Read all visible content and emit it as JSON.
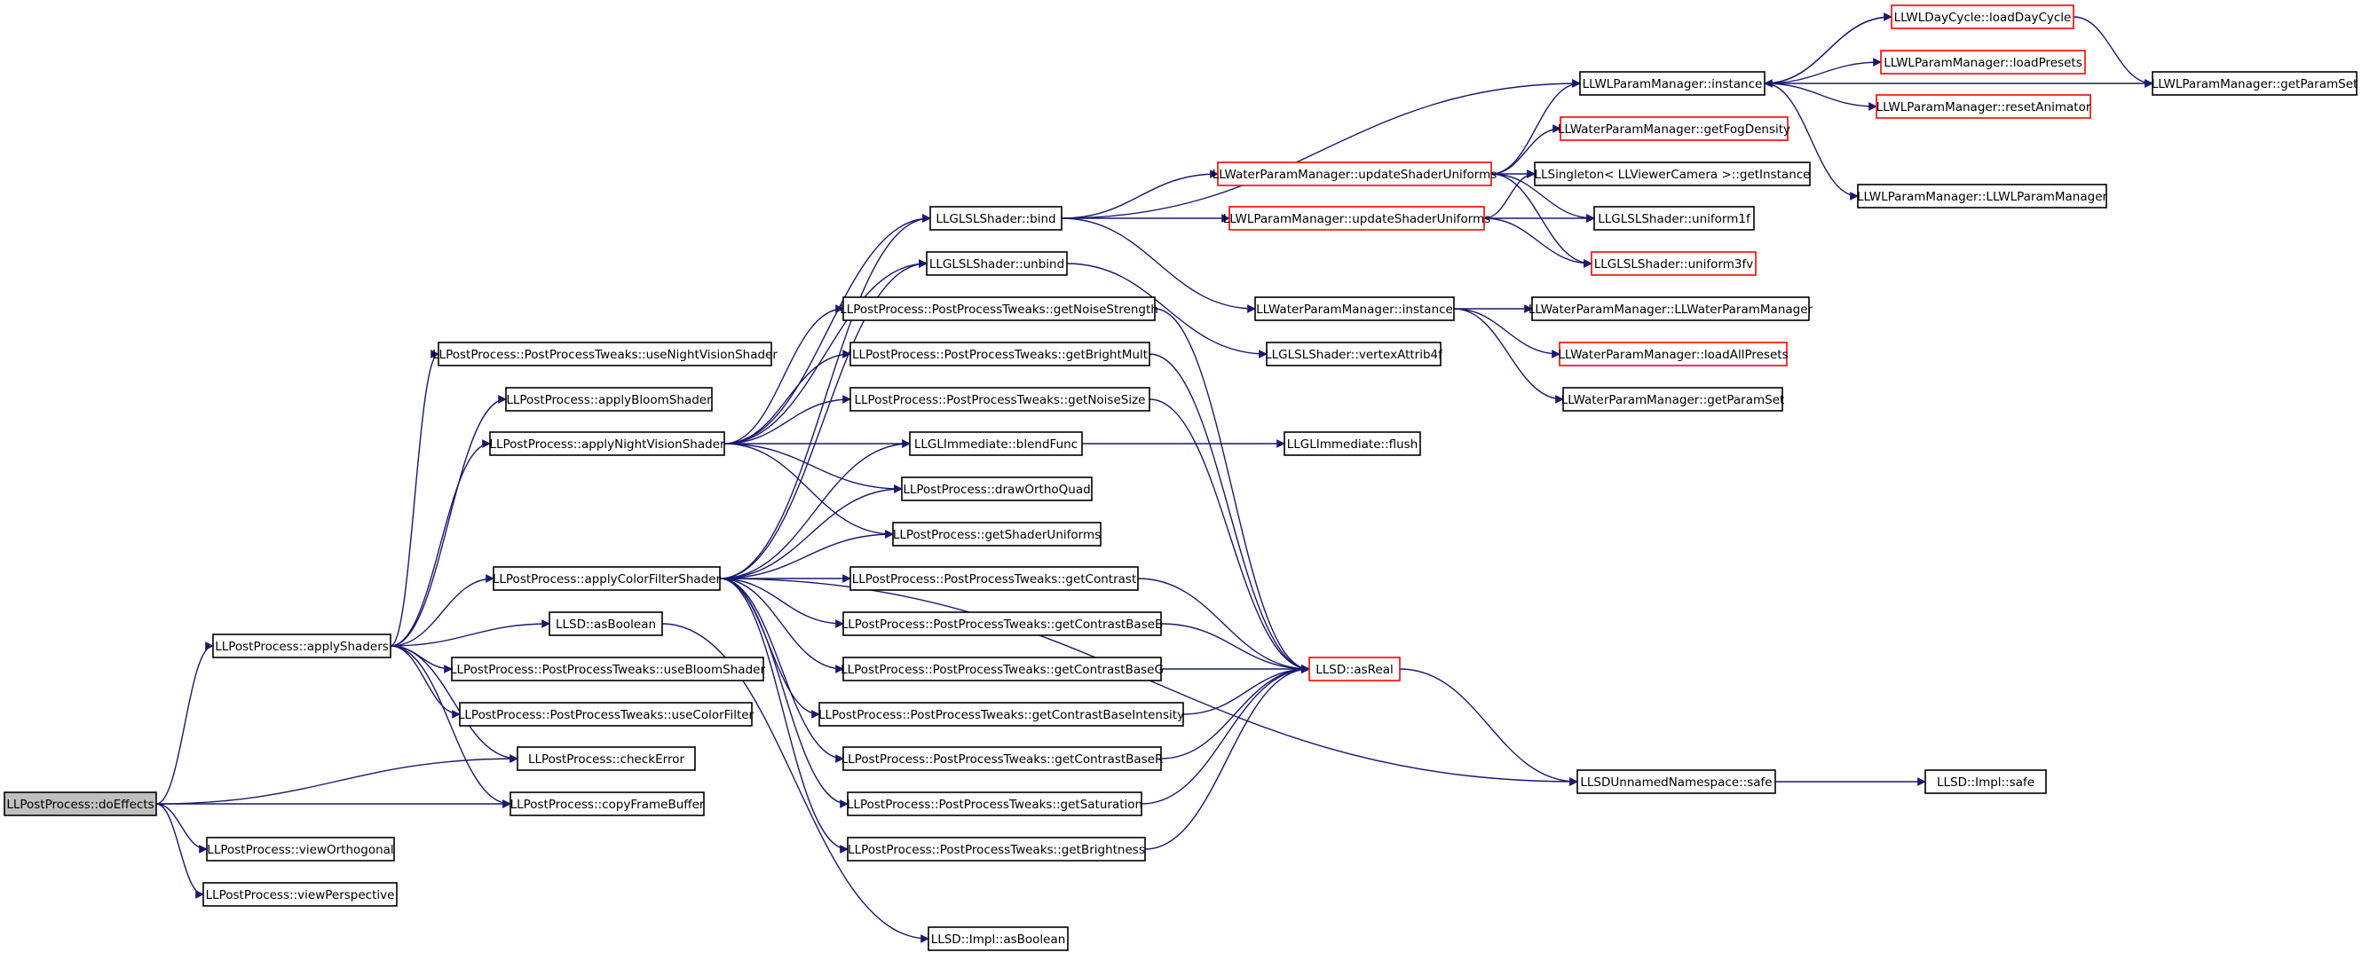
{
  "graph": {
    "root": "LLPostProcess::doEffects",
    "colors": {
      "edge": "#191970",
      "external_border": "#ff0000",
      "root_fill": "#bfbfbf",
      "node_border": "#000000"
    },
    "nodes": [
      {
        "id": "doEffects",
        "label": "LLPostProcess::doEffects",
        "kind": "root"
      },
      {
        "id": "applyShaders",
        "label": "LLPostProcess::applyShaders"
      },
      {
        "id": "viewOrthogonal",
        "label": "LLPostProcess::viewOrthogonal"
      },
      {
        "id": "viewPerspective",
        "label": "LLPostProcess::viewPerspective"
      },
      {
        "id": "useNightVisionShader",
        "label": "LLPostProcess::PostProcessTweaks::useNightVisionShader"
      },
      {
        "id": "applyBloomShader",
        "label": "LLPostProcess::applyBloomShader"
      },
      {
        "id": "applyNightVisionShader",
        "label": "LLPostProcess::applyNightVisionShader"
      },
      {
        "id": "applyColorFilterShader",
        "label": "LLPostProcess::applyColorFilterShader"
      },
      {
        "id": "llsdAsBoolean",
        "label": "LLSD::asBoolean"
      },
      {
        "id": "useBloomShader",
        "label": "LLPostProcess::PostProcessTweaks::useBloomShader"
      },
      {
        "id": "useColorFilter",
        "label": "LLPostProcess::PostProcessTweaks::useColorFilter"
      },
      {
        "id": "checkError",
        "label": "LLPostProcess::checkError"
      },
      {
        "id": "copyFrameBuffer",
        "label": "LLPostProcess::copyFrameBuffer"
      },
      {
        "id": "shaderBind",
        "label": "LLGLSLShader::bind"
      },
      {
        "id": "shaderUnbind",
        "label": "LLGLSLShader::unbind"
      },
      {
        "id": "getNoiseStrength",
        "label": "LLPostProcess::PostProcessTweaks::getNoiseStrength"
      },
      {
        "id": "getBrightMult",
        "label": "LLPostProcess::PostProcessTweaks::getBrightMult"
      },
      {
        "id": "getNoiseSize",
        "label": "LLPostProcess::PostProcessTweaks::getNoiseSize"
      },
      {
        "id": "blendFunc",
        "label": "LLGLImmediate::blendFunc"
      },
      {
        "id": "drawOrthoQuad",
        "label": "LLPostProcess::drawOrthoQuad"
      },
      {
        "id": "getShaderUniforms",
        "label": "LLPostProcess::getShaderUniforms"
      },
      {
        "id": "getContrast",
        "label": "LLPostProcess::PostProcessTweaks::getContrast"
      },
      {
        "id": "getContrastBaseB",
        "label": "LLPostProcess::PostProcessTweaks::getContrastBaseB"
      },
      {
        "id": "getContrastBaseG",
        "label": "LLPostProcess::PostProcessTweaks::getContrastBaseG"
      },
      {
        "id": "getContrastBaseIntensity",
        "label": "LLPostProcess::PostProcessTweaks::getContrastBaseIntensity"
      },
      {
        "id": "getContrastBaseR",
        "label": "LLPostProcess::PostProcessTweaks::getContrastBaseR"
      },
      {
        "id": "getSaturation",
        "label": "LLPostProcess::PostProcessTweaks::getSaturation"
      },
      {
        "id": "getBrightness",
        "label": "LLPostProcess::PostProcessTweaks::getBrightness"
      },
      {
        "id": "implAsBoolean",
        "label": "LLSD::Impl::asBoolean"
      },
      {
        "id": "wpmUpdateShaderUniforms",
        "label": "LLWaterParamManager::updateShaderUniforms",
        "kind": "external"
      },
      {
        "id": "wlpmUpdateShaderUniforms",
        "label": "LLWLParamManager::updateShaderUniforms",
        "kind": "external"
      },
      {
        "id": "wpmInstance",
        "label": "LLWaterParamManager::instance"
      },
      {
        "id": "vertexAttrib4f",
        "label": "LLGLSLShader::vertexAttrib4f"
      },
      {
        "id": "flush",
        "label": "LLGLImmediate::flush"
      },
      {
        "id": "llsdAsReal",
        "label": "LLSD::asReal",
        "kind": "external"
      },
      {
        "id": "wlpmInstance",
        "label": "LLWLParamManager::instance"
      },
      {
        "id": "getFogDensity",
        "label": "LLWaterParamManager::getFogDensity",
        "kind": "external"
      },
      {
        "id": "getCameraInstance",
        "label": "LLSingleton< LLViewerCamera >::getInstance"
      },
      {
        "id": "uniform1f",
        "label": "LLGLSLShader::uniform1f"
      },
      {
        "id": "uniform3fv",
        "label": "LLGLSLShader::uniform3fv",
        "kind": "external"
      },
      {
        "id": "wpmCtor",
        "label": "LLWaterParamManager::LLWaterParamManager"
      },
      {
        "id": "loadAllPresets",
        "label": "LLWaterParamManager::loadAllPresets",
        "kind": "external"
      },
      {
        "id": "wpmGetParamSet",
        "label": "LLWaterParamManager::getParamSet"
      },
      {
        "id": "safe",
        "label": "LLSDUnnamedNamespace::safe"
      },
      {
        "id": "implSafe",
        "label": "LLSD::Impl::safe"
      },
      {
        "id": "loadDayCycle",
        "label": "LLWLDayCycle::loadDayCycle",
        "kind": "external"
      },
      {
        "id": "loadPresets",
        "label": "LLWLParamManager::loadPresets",
        "kind": "external"
      },
      {
        "id": "resetAnimator",
        "label": "LLWLParamManager::resetAnimator",
        "kind": "external"
      },
      {
        "id": "wlpmCtor",
        "label": "LLWLParamManager::LLWLParamManager"
      },
      {
        "id": "wlpmGetParamSet",
        "label": "LLWLParamManager::getParamSet"
      }
    ],
    "edges": [
      [
        "doEffects",
        "applyShaders"
      ],
      [
        "doEffects",
        "viewOrthogonal"
      ],
      [
        "doEffects",
        "viewPerspective"
      ],
      [
        "doEffects",
        "checkError"
      ],
      [
        "doEffects",
        "copyFrameBuffer"
      ],
      [
        "applyShaders",
        "useNightVisionShader"
      ],
      [
        "applyShaders",
        "applyBloomShader"
      ],
      [
        "applyShaders",
        "applyNightVisionShader"
      ],
      [
        "applyShaders",
        "applyColorFilterShader"
      ],
      [
        "applyShaders",
        "llsdAsBoolean"
      ],
      [
        "applyShaders",
        "useBloomShader"
      ],
      [
        "applyShaders",
        "useColorFilter"
      ],
      [
        "applyShaders",
        "checkError"
      ],
      [
        "applyShaders",
        "copyFrameBuffer"
      ],
      [
        "applyNightVisionShader",
        "shaderBind"
      ],
      [
        "applyNightVisionShader",
        "shaderUnbind"
      ],
      [
        "applyNightVisionShader",
        "getNoiseStrength"
      ],
      [
        "applyNightVisionShader",
        "getBrightMult"
      ],
      [
        "applyNightVisionShader",
        "getNoiseSize"
      ],
      [
        "applyNightVisionShader",
        "blendFunc"
      ],
      [
        "applyNightVisionShader",
        "drawOrthoQuad"
      ],
      [
        "applyNightVisionShader",
        "getShaderUniforms"
      ],
      [
        "applyColorFilterShader",
        "shaderBind"
      ],
      [
        "applyColorFilterShader",
        "shaderUnbind"
      ],
      [
        "applyColorFilterShader",
        "blendFunc"
      ],
      [
        "applyColorFilterShader",
        "drawOrthoQuad"
      ],
      [
        "applyColorFilterShader",
        "getShaderUniforms"
      ],
      [
        "applyColorFilterShader",
        "getContrast"
      ],
      [
        "applyColorFilterShader",
        "getContrastBaseB"
      ],
      [
        "applyColorFilterShader",
        "getContrastBaseG"
      ],
      [
        "applyColorFilterShader",
        "getContrastBaseIntensity"
      ],
      [
        "applyColorFilterShader",
        "getContrastBaseR"
      ],
      [
        "applyColorFilterShader",
        "getSaturation"
      ],
      [
        "applyColorFilterShader",
        "getBrightness"
      ],
      [
        "applyColorFilterShader",
        "safe"
      ],
      [
        "llsdAsBoolean",
        "implAsBoolean"
      ],
      [
        "shaderBind",
        "wpmUpdateShaderUniforms"
      ],
      [
        "shaderBind",
        "wlpmUpdateShaderUniforms"
      ],
      [
        "shaderBind",
        "wpmInstance"
      ],
      [
        "shaderBind",
        "wlpmInstance"
      ],
      [
        "shaderUnbind",
        "vertexAttrib4f"
      ],
      [
        "getNoiseStrength",
        "llsdAsReal"
      ],
      [
        "getBrightMult",
        "llsdAsReal"
      ],
      [
        "getNoiseSize",
        "llsdAsReal"
      ],
      [
        "getContrast",
        "llsdAsReal"
      ],
      [
        "getContrastBaseB",
        "llsdAsReal"
      ],
      [
        "getContrastBaseG",
        "llsdAsReal"
      ],
      [
        "getContrastBaseIntensity",
        "llsdAsReal"
      ],
      [
        "getContrastBaseR",
        "llsdAsReal"
      ],
      [
        "getSaturation",
        "llsdAsReal"
      ],
      [
        "getBrightness",
        "llsdAsReal"
      ],
      [
        "blendFunc",
        "flush"
      ],
      [
        "wpmUpdateShaderUniforms",
        "wlpmInstance"
      ],
      [
        "wpmUpdateShaderUniforms",
        "getFogDensity"
      ],
      [
        "wpmUpdateShaderUniforms",
        "getCameraInstance"
      ],
      [
        "wpmUpdateShaderUniforms",
        "uniform1f"
      ],
      [
        "wpmUpdateShaderUniforms",
        "uniform3fv"
      ],
      [
        "wlpmUpdateShaderUniforms",
        "getCameraInstance"
      ],
      [
        "wlpmUpdateShaderUniforms",
        "uniform1f"
      ],
      [
        "wlpmUpdateShaderUniforms",
        "uniform3fv"
      ],
      [
        "wpmInstance",
        "wpmCtor"
      ],
      [
        "wpmInstance",
        "loadAllPresets"
      ],
      [
        "wpmInstance",
        "wpmGetParamSet"
      ],
      [
        "llsdAsReal",
        "safe"
      ],
      [
        "safe",
        "implSafe"
      ],
      [
        "wlpmInstance",
        "loadDayCycle"
      ],
      [
        "wlpmInstance",
        "loadPresets"
      ],
      [
        "wlpmInstance",
        "resetAnimator"
      ],
      [
        "wlpmInstance",
        "wlpmCtor"
      ],
      [
        "wlpmInstance",
        "wlpmGetParamSet"
      ],
      [
        "loadDayCycle",
        "wlpmInstance"
      ],
      [
        "loadDayCycle",
        "wlpmGetParamSet"
      ]
    ]
  }
}
